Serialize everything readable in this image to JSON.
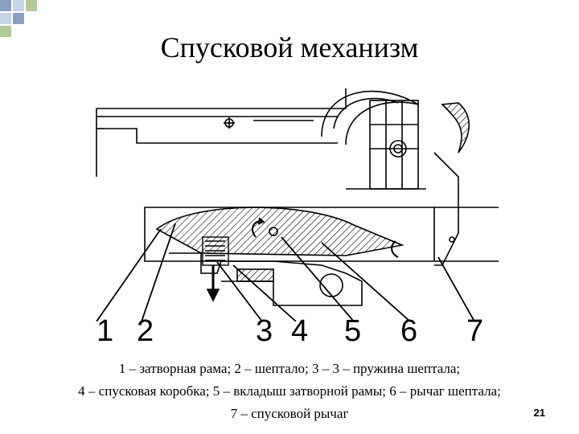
{
  "slide": {
    "title": "Спусковой механизм",
    "callouts": [
      "1",
      "2",
      "3",
      "4",
      "5",
      "6",
      "7"
    ],
    "caption_lines": [
      "1 – затворная рама; 2 – шептало; 3 – 3 – пружина шептала;",
      "4 – спусковая коробка; 5 – вкладыш затворной рамы; 6 – рычаг шептала;",
      "7 – спусковой рычаг"
    ],
    "page_number": "21"
  },
  "colors": {
    "corner_dark": "#8aa0c0",
    "corner_light": "#c8d4e6",
    "corner_green": "#b4c896",
    "ink": "#000000",
    "hatch": "#000000"
  }
}
